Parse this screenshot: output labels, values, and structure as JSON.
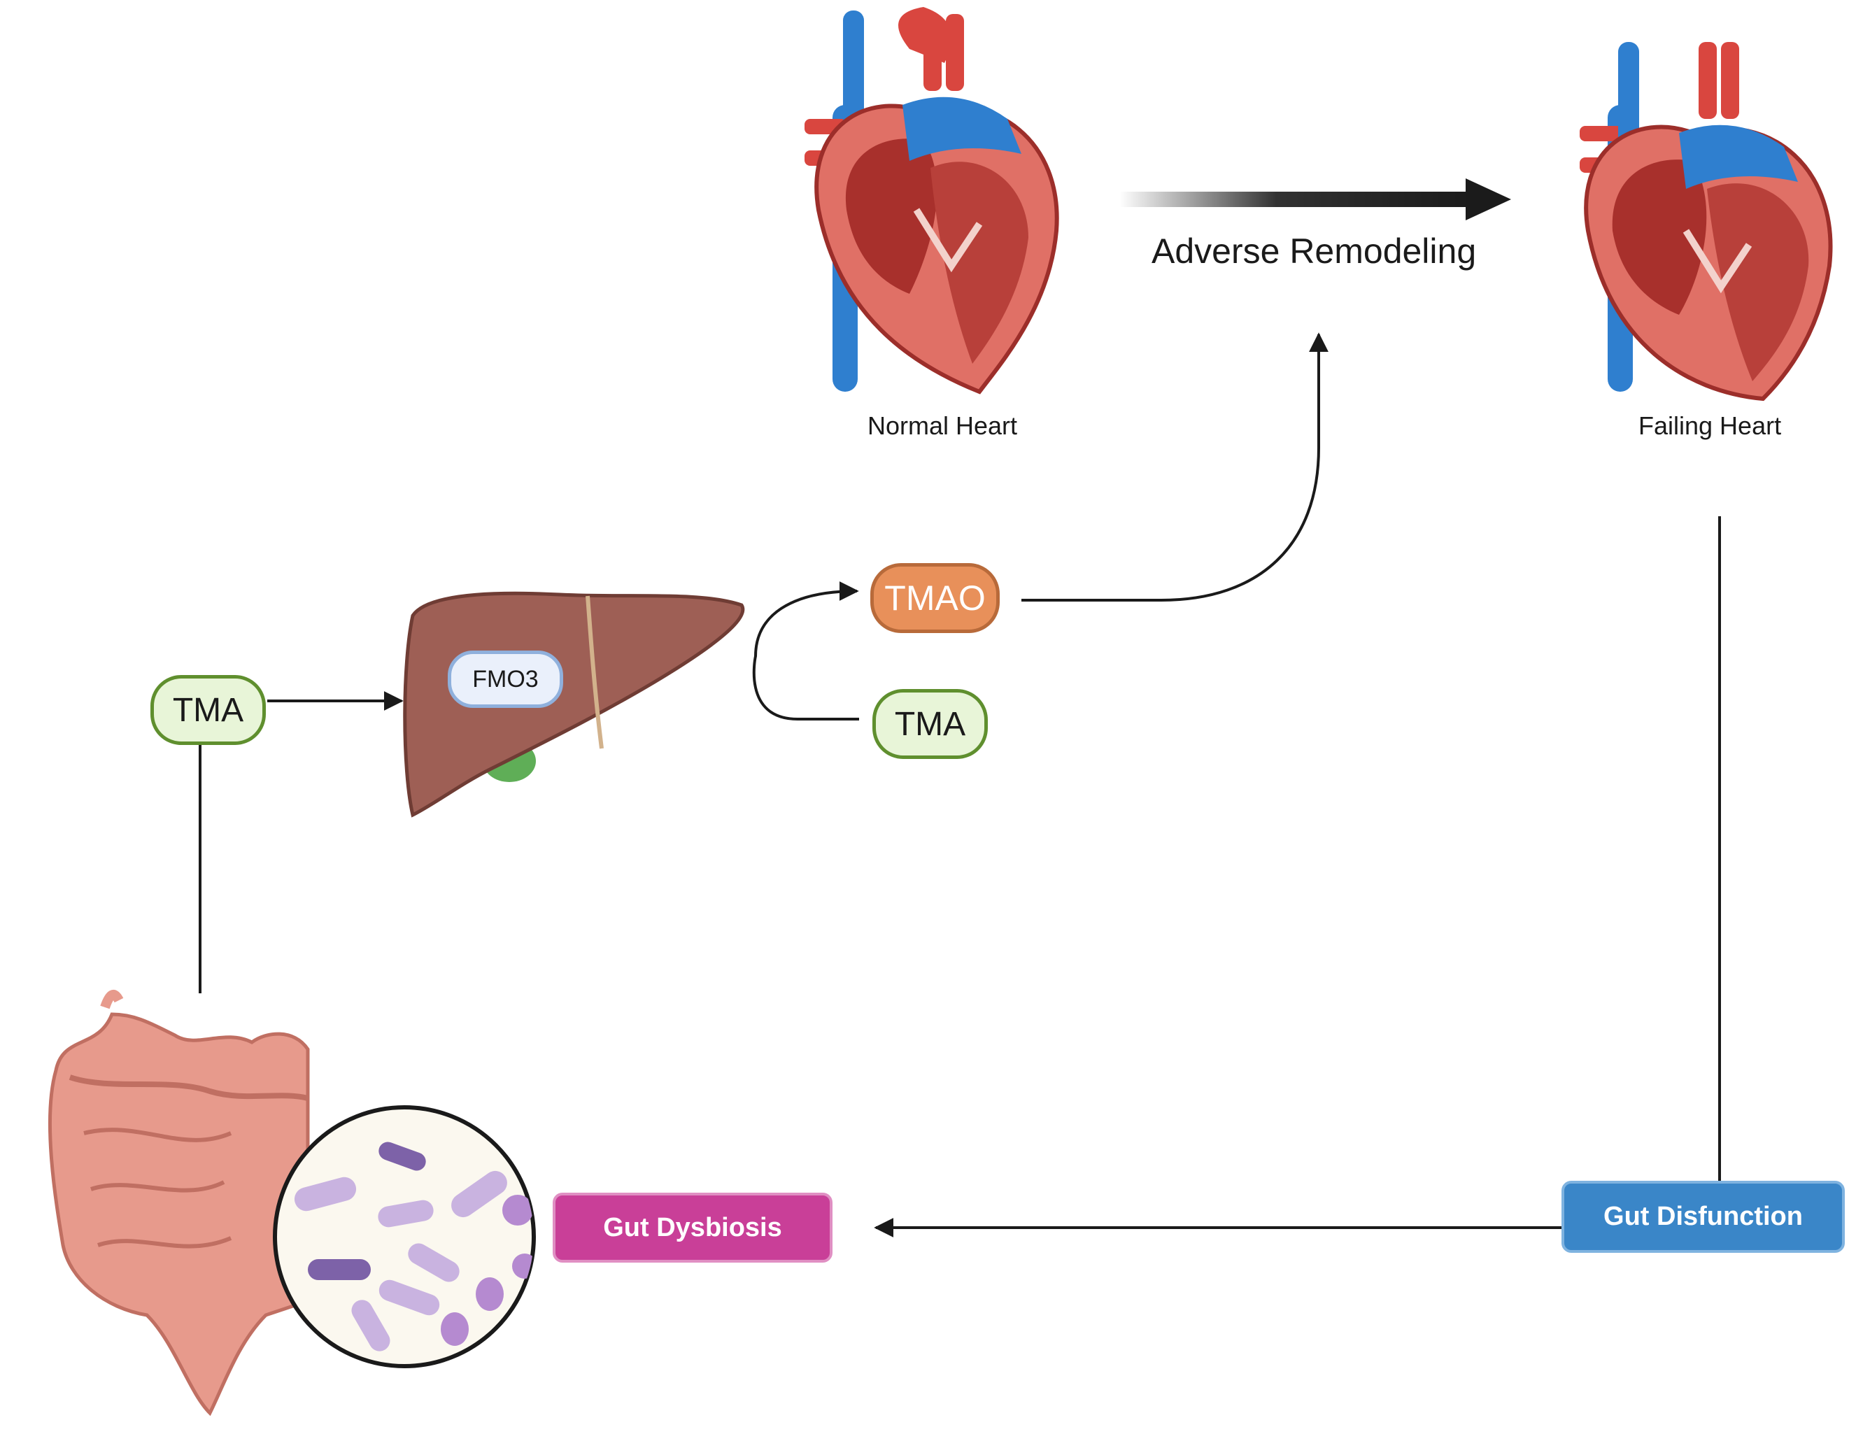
{
  "labels": {
    "normal_heart": "Normal Heart",
    "failing_heart": "Failing Heart",
    "adverse_remodeling": "Adverse Remodeling"
  },
  "nodes": {
    "tma_left": "TMA",
    "tma_right": "TMA",
    "tmao": "TMAO",
    "fmo3": "FMO3",
    "gut_dysbiosis": "Gut Dysbiosis",
    "gut_disfunction": "Gut Disfunction"
  },
  "icons": [
    "heart-icon",
    "liver-icon",
    "intestine-icon",
    "bacteria-icon"
  ],
  "colors": {
    "tma_fill": "#e8f5d8",
    "tma_border": "#5f8f2e",
    "tmao_fill": "#e8905a",
    "dysbiosis": "#c93f98",
    "disfunction": "#3a86c8",
    "heart_red": "#d9463f",
    "vessel_blue": "#2f7fcf",
    "liver": "#9e5f55"
  }
}
